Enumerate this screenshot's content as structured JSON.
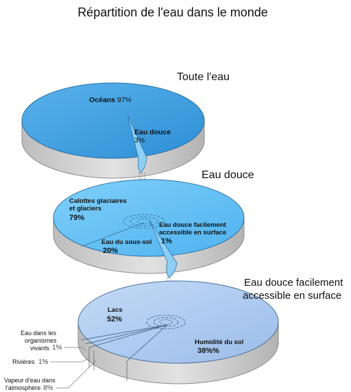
{
  "title": "Répartition de l'eau dans le monde",
  "colors": {
    "oceans": "#3b9ee0",
    "freshwater": "#5bbaf0",
    "surface": "#a9c8ef",
    "side": "#c9c9c9",
    "side_dark": "#9b9b9b"
  },
  "levels": [
    {
      "heading": "Toute l'eau",
      "parts": [
        {
          "label": "Océans",
          "value": "97%"
        },
        {
          "label": "Eau douce",
          "value": "3%"
        }
      ]
    },
    {
      "heading": "Eau douce",
      "parts": [
        {
          "label_lines": [
            "Calottes glaciaires",
            "et glaciers"
          ],
          "value": "79%"
        },
        {
          "label": "Eau du sous-sol",
          "value": "20%"
        },
        {
          "label_lines": [
            "Eau douce facilement",
            "accessible en surface"
          ],
          "value": "1%"
        }
      ]
    },
    {
      "heading_lines": [
        "Eau douce facilement",
        "accessible en surface"
      ],
      "parts": [
        {
          "label": "Lacs",
          "value": "52%"
        },
        {
          "label": "Humidité du sol",
          "value": "38%%"
        },
        {
          "label_lines": [
            "Eau dans les",
            "organismes",
            "vivants"
          ],
          "value": "1%"
        },
        {
          "label": "Rivières",
          "value": "1%"
        },
        {
          "label_lines": [
            "Vapeur d'eau dans",
            "l'atmosphère"
          ],
          "value": "8%"
        }
      ]
    }
  ]
}
